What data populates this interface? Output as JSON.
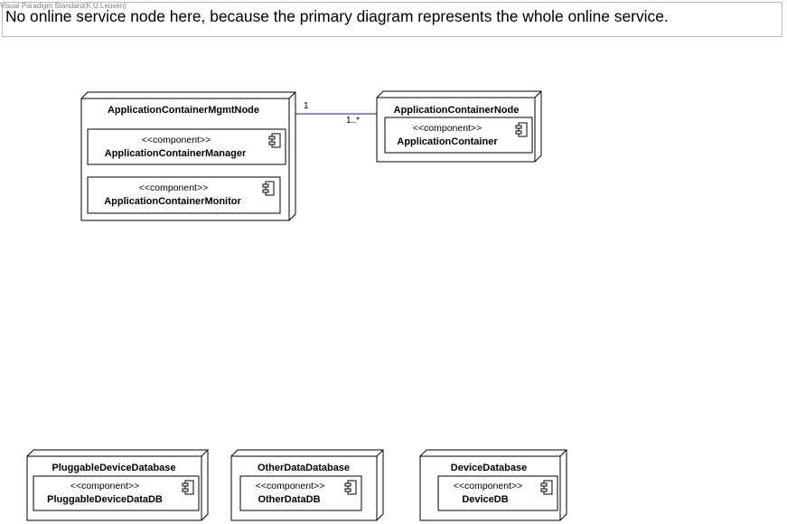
{
  "watermark": "Visual Paradigm Standard(K.U.Leuven)",
  "note": {
    "text": "No online service node here, because the primary diagram represents the whole online service."
  },
  "nodes": {
    "mgmt": {
      "title": "ApplicationContainerMgmtNode",
      "components": [
        {
          "stereotype": "<<component>>",
          "name": "ApplicationContainerManager"
        },
        {
          "stereotype": "<<component>>",
          "name": "ApplicationContainerMonitor"
        }
      ]
    },
    "container": {
      "title": "ApplicationContainerNode",
      "components": [
        {
          "stereotype": "<<component>>",
          "name": "ApplicationContainer"
        }
      ]
    },
    "pluggable": {
      "title": "PluggableDeviceDatabase",
      "components": [
        {
          "stereotype": "<<component>>",
          "name": "PluggableDeviceDataDB"
        }
      ]
    },
    "other": {
      "title": "OtherDataDatabase",
      "components": [
        {
          "stereotype": "<<component>>",
          "name": "OtherDataDB"
        }
      ]
    },
    "device": {
      "title": "DeviceDatabase",
      "components": [
        {
          "stereotype": "<<component>>",
          "name": "DeviceDB"
        }
      ]
    }
  },
  "association": {
    "source_multiplicity": "1",
    "target_multiplicity": "1..*",
    "color": "#1c1c8c"
  }
}
